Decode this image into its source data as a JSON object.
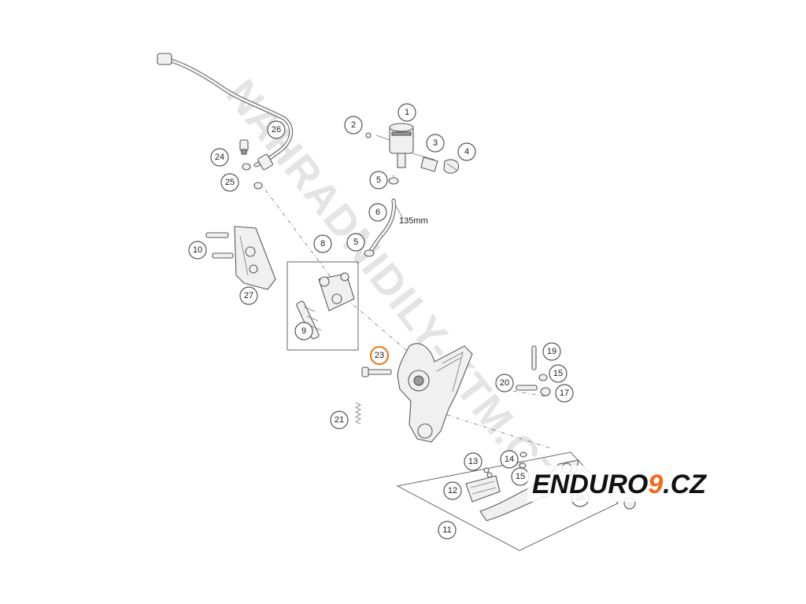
{
  "callouts": {
    "n1": "1",
    "n2": "2",
    "n3": "3",
    "n4": "4",
    "n5a": "5",
    "n5b": "5",
    "n6": "6",
    "n8": "8",
    "n9": "9",
    "n10": "10",
    "n11": "11",
    "n12": "12",
    "n13": "13",
    "n14": "14",
    "n15a": "15",
    "n15b": "15",
    "n16": "16",
    "n17": "17",
    "n19": "19",
    "n20": "20",
    "n21": "21",
    "n23": "23",
    "n24": "24",
    "n25": "25",
    "n26": "26",
    "n27": "27"
  },
  "highlighted_callout": "23",
  "dimension_label": "135mm",
  "watermark_text": "NAHRADNIDILY-KTM.CZ",
  "logo": {
    "part1": "ENDURO",
    "part2": "9",
    "part3": ".CZ",
    "color_main": "#111111",
    "color_accent": "#f26b1d"
  },
  "colors": {
    "highlight": "#e8731a",
    "line": "#777777"
  }
}
